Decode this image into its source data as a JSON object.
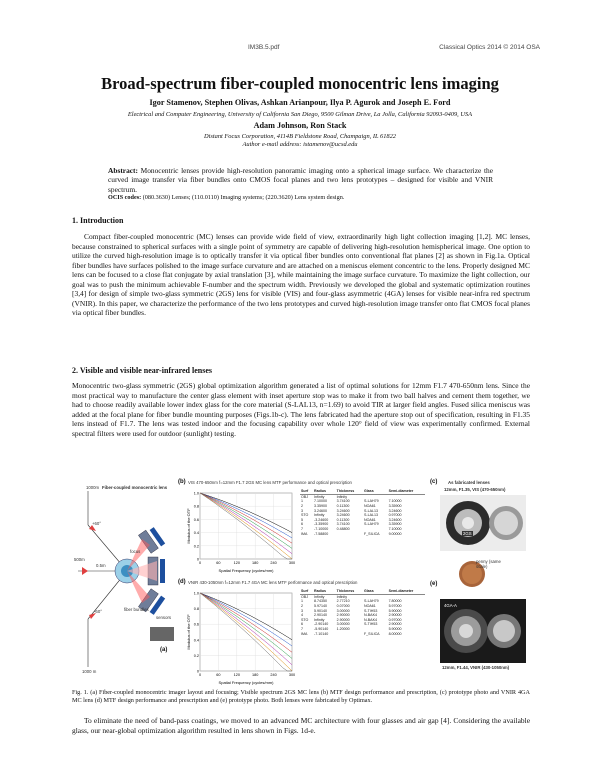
{
  "header": {
    "left": "IM3B.5.pdf",
    "right": "Classical Optics 2014 © 2014 OSA"
  },
  "title": "Broad-spectrum fiber-coupled monocentric lens imaging",
  "authors": "Igor Stamenov, Stephen Olivas, Ashkan Arianpour, Ilya P. Agurok and Joseph E. Ford",
  "affil1": "Electrical and Computer Engineering, University of California San Diego, 9500 Gilman Drive, La Jolla, California 92093-0409, USA",
  "authors2": "Adam Johnson, Ron Stack",
  "affil2": "Distant Focus Corporation, 4114B Fieldstone Road, Champaign, IL 61822",
  "affil3": "Author e-mail address: istamenov@ucsd.edu",
  "abstract": {
    "label": "Abstract:",
    "text": " Monocentric lenses provide high-resolution panoramic imaging onto a spherical image surface. We characterize the curved image transfer via fiber bundles onto CMOS focal planes and two lens prototypes – designed for visible and VNIR spectrum."
  },
  "ocis": {
    "label": "OCIS codes:",
    "text": " (080.3630) Lenses; (110.0110) Imaging systems; (220.3620) Lens system design."
  },
  "sections": {
    "s1": "1. Introduction",
    "s2": "2.  Visible and visible near-infrared lenses"
  },
  "paragraphs": {
    "p1": "Compact fiber-coupled monocentric (MC) lenses can provide wide field of view, extraordinarily high light collection imaging [1,2]. MC lenses, because constrained to spherical surfaces with a single point of symmetry are capable of delivering high-resolution hemispherical image. One option to utilize the curved high-resolution image is to optically transfer it via optical fiber bundles onto conventional flat planes [2] as shown in Fig.1a. Optical fiber bundles have surfaces polished to the image surface curvature and are attached on a meniscus element concentric to the lens. Properly designed MC lens can be focused to a close flat conjugate by axial translation [3], while maintaining the image surface curvature. To maximize the light collection, our goal was to push the minimum achievable F-number and the spectrum width. Previously we developed the global and systematic optimization routines [3,4] for design of simple two-glass symmetric (2GS) lens for visible (VIS) and four-glass asymmetric (4GA) lenses for visible near-infra red spectrum (VNIR). In this paper, we characterize the performance of the two lens prototypes and curved high-resolution image transfer onto flat CMOS focal planes via optical fiber bundles.",
    "p2": "Monocentric two-glass symmetric (2GS) global optimization algorithm generated a list of optimal solutions for 12mm F1.7 470-650nm lens. Since the most practical way to manufacture the center glass element with inset aperture stop was to make it from two ball halves and cement them together, we had to choose readily available lower index glass for the core material (S-LAL13, n=1.69) to avoid TIR at larger field angles. Fused silica meniscus was added at the focal plane for fiber bundle mounting purposes (Figs.1b-c). The lens fabricated had the aperture stop out of specification, resulting in F1.35 lens instead of F1.7. The lens was tested indoor and the focusing capability over whole 120° field of view was experimentally confirmed. External spectral filters were used for outdoor (sunlight) testing.",
    "p3": "To eliminate the need of band-pass coatings, we moved to an advanced MC architecture with four glasses and air gap [4]. Considering the available glass, our near-global optimization algorithm resulted in lens shown in Figs. 1d-e."
  },
  "caption": "Fig. 1. (a) Fiber-coupled monocentric imager layout and focusing; Visible spectrum 2GS MC lens (b) MTF design performance and prescription, (c) prototype photo and VNIR 4GA MC lens (d) MTF design performance and prescription and (e) prototype photo. Both lenses were fabricated by Optimax.",
  "figure": {
    "a": {
      "title": "Fiber-coupled monocentric lens",
      "labels": [
        "1000m",
        "+60°",
        "0.5m",
        "500m",
        "focus",
        "fiber bundles",
        "sensors",
        "-60°",
        "1000 m"
      ],
      "panel": "(a)"
    },
    "b": {
      "panel": "(b)",
      "title": "VIS 470-650nm f=12mm F1.7 2GS MC lens MTF performance and optical prescription",
      "xlabel": "Spatial Frequency (cycles/mm)",
      "ylabel": "Modulus of the OTF",
      "xticks": [
        "0",
        "60",
        "120",
        "180",
        "240",
        "300"
      ],
      "yticks": [
        "1.0",
        "0.8",
        "0.6",
        "0.4",
        "0.2",
        "0"
      ],
      "lines": [
        1.0,
        0.92,
        0.83,
        0.7,
        0.55,
        0.4,
        0.28
      ],
      "table_header": [
        "Surf",
        "Radius",
        "Thickness",
        "Glass",
        "Semi-diameter"
      ],
      "table_rows": [
        [
          "OBJ",
          "Infinity",
          "Infinity",
          "",
          ""
        ],
        [
          "1",
          "7.10000",
          "3.74100",
          "S-LAH79",
          "7.10000"
        ],
        [
          "2",
          "3.35900",
          "0.11300",
          "NOA61",
          "3.35900"
        ],
        [
          "3",
          "3.24600",
          "3.24600",
          "S-LAL13",
          "3.24600"
        ],
        [
          "STO",
          "Infinity",
          "3.24600",
          "S-LAL13",
          "0.97000"
        ],
        [
          "5",
          "-3.24600",
          "0.11300",
          "NOA61",
          "3.24600"
        ],
        [
          "6",
          "-3.35900",
          "3.74100",
          "S-LAH79",
          "3.35900"
        ],
        [
          "7",
          "-7.10000",
          "0.48800",
          "",
          "7.10000"
        ],
        [
          "IMA",
          "-7.58800",
          "",
          "F_SILICA",
          "9.00000"
        ]
      ]
    },
    "c": {
      "panel": "(c)",
      "title": "As fabricated lenses",
      "sub1": "12mm, F1.35, VIS (470-650nm)",
      "lens1": "2GS",
      "coin": "penny (same scale)",
      "lens2": "4GA-A",
      "sub2": "12mm, F1.44, VNIR (430-1050nm)"
    },
    "d": {
      "panel": "(d)",
      "title": "VNIR 430-1050nm f=12mm F1.7 4GA MC lens MTF performance and optical prescription",
      "xlabel": "Spatial Frequency (cycles/mm)",
      "ylabel": "Modulus of the OTF",
      "xticks": [
        "0",
        "60",
        "120",
        "180",
        "240",
        "300"
      ],
      "yticks": [
        "1.0",
        "0.8",
        "0.6",
        "0.4",
        "0.2",
        "0"
      ],
      "table_header": [
        "Surf",
        "Radius",
        "Thickness",
        "Glass",
        "Semi-diameter"
      ],
      "table_rows": [
        [
          "OBJ",
          "Infinity",
          "Infinity",
          "",
          ""
        ],
        [
          "1",
          "8.74350",
          "2.77210",
          "S-LAH79",
          "7.80000"
        ],
        [
          "2",
          "5.97140",
          "0.07000",
          "NOA61",
          "5.97000"
        ],
        [
          "3",
          "5.90140",
          "3.00000",
          "S-TIH53",
          "5.90000"
        ],
        [
          "4",
          "2.90140",
          "2.90000",
          "N-BAK4",
          "2.90000"
        ],
        [
          "STO",
          "Infinity",
          "2.90000",
          "N-BAK4",
          "0.97000"
        ],
        [
          "6",
          "-2.90140",
          "3.00000",
          "S-TIH53",
          "2.90000"
        ],
        [
          "7",
          "-5.90140",
          "1.20000",
          "",
          "5.90000"
        ],
        [
          "IMA",
          "-7.10140",
          "",
          "F_SILICA",
          "8.00000"
        ]
      ]
    },
    "e": {
      "panel": "(e)"
    }
  }
}
